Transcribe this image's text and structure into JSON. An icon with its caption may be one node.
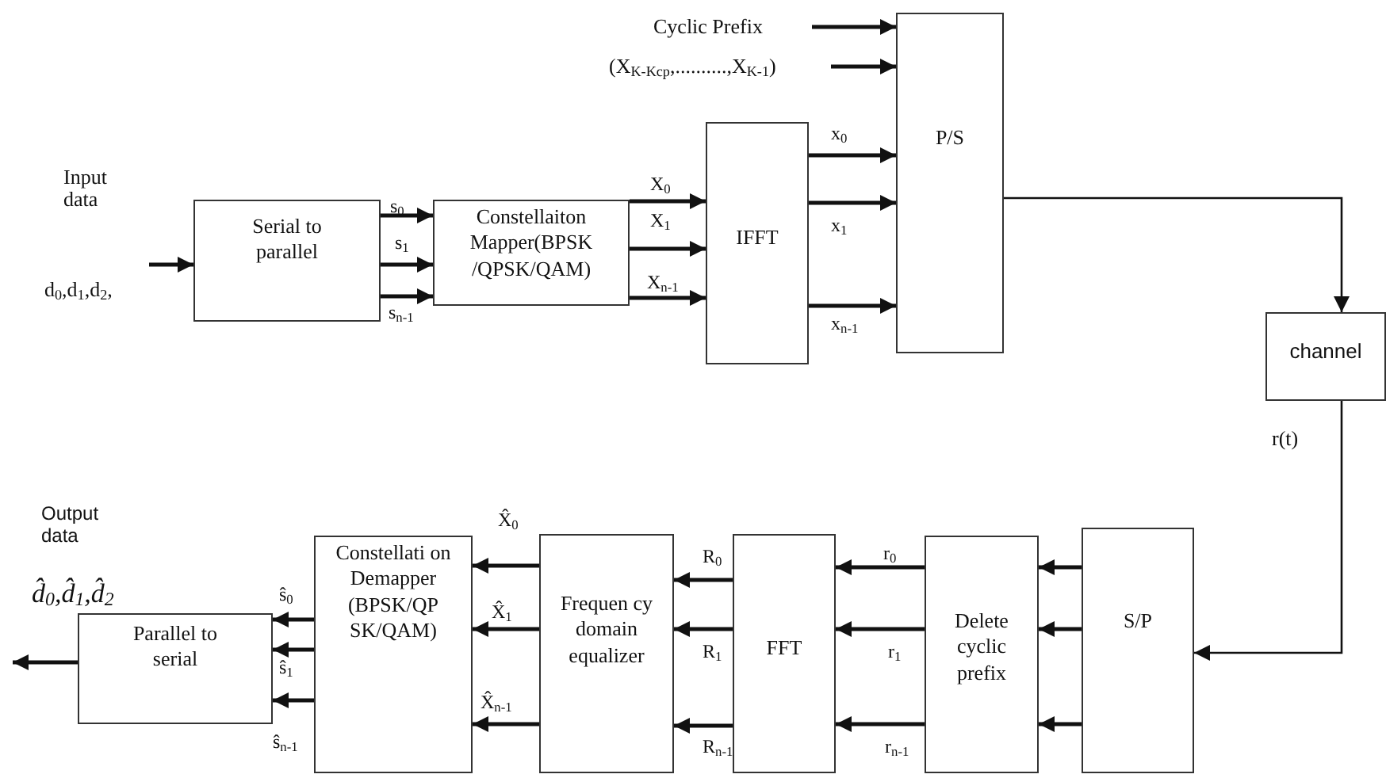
{
  "diagram": {
    "nodes": [
      {
        "text": [
          "Input data",
          "d$_{0}$,d$_{1}$,d$_{2}$,"
        ]
      },
      {
        "text": [
          "Serial to parallel"
        ]
      },
      {
        "text": [
          "Constellaiton Mapper(BPSK /QPSK/QAM)"
        ]
      },
      {
        "text": [
          "IFFT"
        ]
      },
      {
        "text": [
          "Cyclic Prefix"
        ]
      },
      {
        "text": [
          "(X$_{K-Kcp}$,..........,X$_{K-1}$)"
        ]
      },
      {
        "text": [
          "P/S"
        ]
      },
      {
        "text": [
          "channel"
        ]
      },
      {
        "text": [
          "S/P"
        ]
      },
      {
        "text": [
          "Delete cyclic prefix"
        ]
      },
      {
        "text": [
          "FFT"
        ]
      },
      {
        "text": [
          "Frequen cy domain equalizer"
        ]
      },
      {
        "text": [
          "Constellati on Demapper (BPSK/QP SK/QAM)"
        ]
      },
      {
        "text": [
          "Parallel to serial"
        ]
      }
    ],
    "edges": [
      {
        "from": 0,
        "to": 1,
        "arrow": "to"
      },
      {
        "from": 1,
        "to": 2,
        "arrow": "to",
        "label": "s$_{0}$"
      },
      {
        "from": 1,
        "to": 2,
        "arrow": "to",
        "label": "s$_{1}$"
      },
      {
        "from": 1,
        "to": 2,
        "arrow": "to",
        "label": "s$_{n-1}$"
      },
      {
        "from": 2,
        "to": 3,
        "arrow": "to",
        "label": "X$_{0}$"
      },
      {
        "from": 2,
        "to": 3,
        "arrow": "to",
        "label": "X$_{1}$"
      },
      {
        "from": 2,
        "to": 3,
        "arrow": "to",
        "label": "X$_{n-1}$"
      },
      {
        "from": 3,
        "to": 6,
        "arrow": "to",
        "label": "x$_{0}$"
      },
      {
        "from": 3,
        "to": 6,
        "arrow": "to",
        "label": "x$_{1}$"
      },
      {
        "from": 3,
        "to": 6,
        "arrow": "to",
        "label": "x$_{n-1}$"
      },
      {
        "from": 4,
        "to": 6,
        "arrow": "to"
      },
      {
        "from": 5,
        "to": 6,
        "arrow": "to"
      },
      {
        "from": 6,
        "to": 7,
        "arrow": "to"
      },
      {
        "from": 7,
        "to": 8,
        "arrow": "to",
        "label": "r(t)"
      },
      {
        "from": 8,
        "to": 9,
        "arrow": "to"
      },
      {
        "from": 8,
        "to": 9,
        "arrow": "to"
      },
      {
        "from": 8,
        "to": 9,
        "arrow": "to"
      },
      {
        "from": 9,
        "to": 10,
        "arrow": "to",
        "label": "r$_{0}$"
      },
      {
        "from": 9,
        "to": 10,
        "arrow": "to",
        "label": "r$_{1}$"
      },
      {
        "from": 9,
        "to": 10,
        "arrow": "to",
        "label": "r$_{n-1}$"
      },
      {
        "from": 10,
        "to": 11,
        "arrow": "to",
        "label": "R$_{0}$"
      },
      {
        "from": 10,
        "to": 11,
        "arrow": "to",
        "label": "R$_{1}$"
      },
      {
        "from": 10,
        "to": 11,
        "arrow": "to",
        "label": "R$_{n-1}$"
      },
      {
        "from": 11,
        "to": 12,
        "arrow": "to",
        "label": "X̂$_{0}$"
      },
      {
        "from": 11,
        "to": 12,
        "arrow": "to",
        "label": "X̂$_{1}$"
      },
      {
        "from": 11,
        "to": 12,
        "arrow": "to",
        "label": "X̂$_{n-1}$"
      },
      {
        "from": 12,
        "to": 13,
        "arrow": "to",
        "label": "ŝ$_{0}$"
      },
      {
        "from": 12,
        "to": 13,
        "arrow": "to",
        "label": "ŝ$_{1}$"
      },
      {
        "from": 12,
        "to": 13,
        "arrow": "to",
        "label": "ŝ$_{n-1}$"
      },
      {
        "from": 13,
        "to": null,
        "arrow": "to"
      }
    ],
    "labels": [
      "Output data",
      "d̂$_{0}$,d̂$_{1}$,d̂$_{2}$"
    ]
  }
}
